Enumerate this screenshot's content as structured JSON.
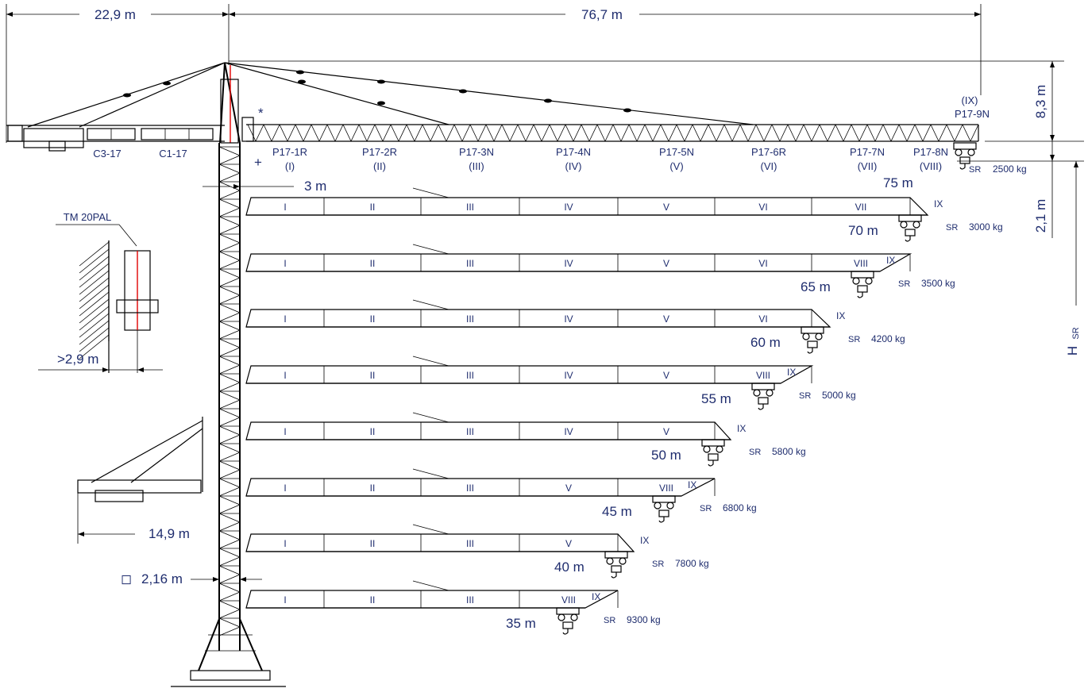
{
  "dimensions": {
    "counter_jib": "22,9 m",
    "jib_length": "76,7 m",
    "tower_head_height": "8,3 m",
    "jib_depth": "2,1 m",
    "jib_offset": "3 m",
    "wall_clearance": ">2,9 m",
    "short_counter_jib": "14,9 m",
    "mast_section": "2,16 m",
    "mast_section_symbol": "◻",
    "hook_height": "H",
    "hook_height_sub": "SR"
  },
  "counter_jib_labels": [
    "C3-17",
    "C1-17"
  ],
  "anchor_label": "TM 20PAL",
  "asterisk": "*",
  "plus": "+",
  "jib_sections": [
    {
      "code": "P17-1R",
      "roman": "(I)"
    },
    {
      "code": "P17-2R",
      "roman": "(II)"
    },
    {
      "code": "P17-3N",
      "roman": "(III)"
    },
    {
      "code": "P17-4N",
      "roman": "(IV)"
    },
    {
      "code": "P17-5N",
      "roman": "(V)"
    },
    {
      "code": "P17-6R",
      "roman": "(VI)"
    },
    {
      "code": "P17-7N",
      "roman": "(VII)"
    },
    {
      "code": "P17-8N",
      "roman": "(VIII)"
    }
  ],
  "tip_section": {
    "roman": "(IX)",
    "code": "P17-9N"
  },
  "main_config": {
    "radius": "75 m",
    "sr": "SR",
    "load": "2500 kg"
  },
  "configurations": [
    {
      "radius": "70 m",
      "sections": [
        "I",
        "II",
        "III",
        "IV",
        "V",
        "VI",
        "VII"
      ],
      "tip": "IX",
      "sr": "SR",
      "load": "3000 kg"
    },
    {
      "radius": "65 m",
      "sections": [
        "I",
        "II",
        "III",
        "IV",
        "V",
        "VI",
        "VIII"
      ],
      "tip": "IX",
      "sr": "SR",
      "load": "3500 kg"
    },
    {
      "radius": "60 m",
      "sections": [
        "I",
        "II",
        "III",
        "IV",
        "V",
        "VI"
      ],
      "tip": "IX",
      "sr": "SR",
      "load": "4200 kg"
    },
    {
      "radius": "55 m",
      "sections": [
        "I",
        "II",
        "III",
        "IV",
        "V",
        "VIII"
      ],
      "tip": "IX",
      "sr": "SR",
      "load": "5000 kg"
    },
    {
      "radius": "50 m",
      "sections": [
        "I",
        "II",
        "III",
        "IV",
        "V"
      ],
      "tip": "IX",
      "sr": "SR",
      "load": "5800 kg"
    },
    {
      "radius": "45 m",
      "sections": [
        "I",
        "II",
        "III",
        "V",
        "VIII"
      ],
      "tip": "IX",
      "sr": "SR",
      "load": "6800 kg"
    },
    {
      "radius": "40 m",
      "sections": [
        "I",
        "II",
        "III",
        "V"
      ],
      "tip": "IX",
      "sr": "SR",
      "load": "7800 kg"
    },
    {
      "radius": "35 m",
      "sections": [
        "I",
        "II",
        "III",
        "VIII"
      ],
      "tip": "IX",
      "sr": "SR",
      "load": "9300 kg"
    }
  ]
}
